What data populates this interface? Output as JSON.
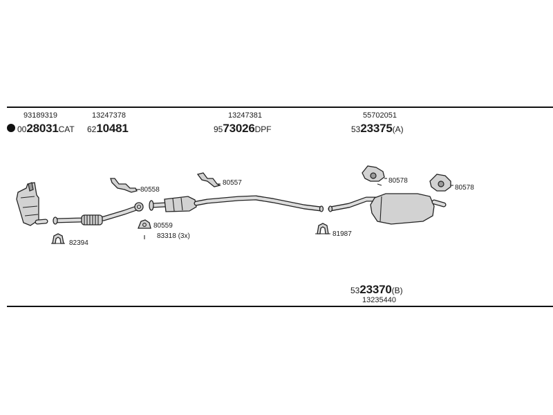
{
  "top_refs": {
    "r1": "93189319",
    "r2": "13247378",
    "r3": "13247381",
    "r4": "55702051"
  },
  "main_parts": {
    "cat": {
      "prefix": "00",
      "big": "28031",
      "suffix": "CAT"
    },
    "pipe": {
      "prefix": "62",
      "big": "10481",
      "suffix": ""
    },
    "dpf": {
      "prefix": "95",
      "big": "73026",
      "suffix": "DPF"
    },
    "muffler_a": {
      "prefix": "53",
      "big": "23375",
      "suffix": "(A)"
    },
    "muffler_b": {
      "prefix": "53",
      "big": "23370",
      "suffix": "(B)"
    }
  },
  "bottom_ref": "13235440",
  "small_parts": {
    "c1": "82394",
    "g1": "80558",
    "g2": "80559",
    "b1": "83318 (3x)",
    "g3": "80557",
    "c2": "81987",
    "h1": "80578",
    "h2": "80578"
  }
}
